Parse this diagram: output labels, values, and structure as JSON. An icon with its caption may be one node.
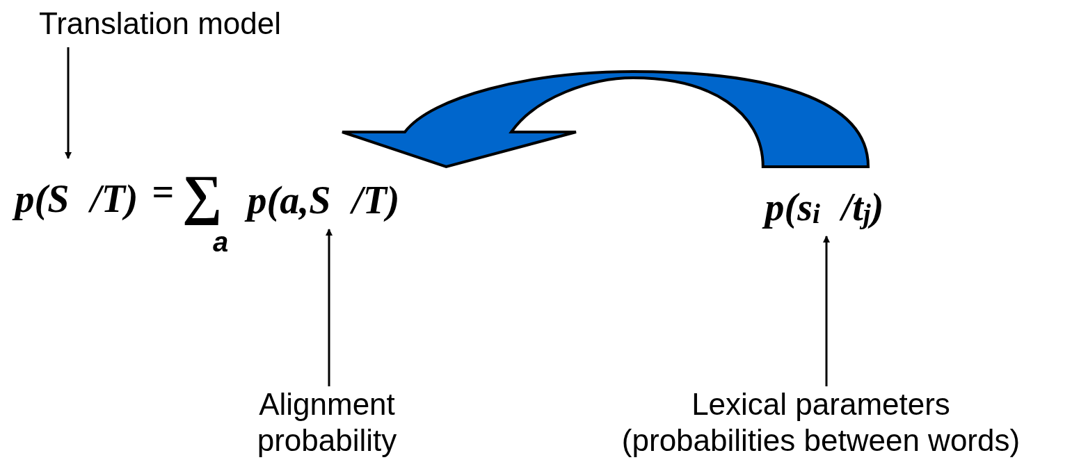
{
  "diagram": {
    "nodes": [
      {
        "text": [
          "Translation model"
        ]
      },
      {
        "text": [
          "p(S /T)"
        ]
      },
      {
        "text": [
          "p(a,S /T)"
        ]
      },
      {
        "text": [
          "p(s$_{i}$ /t$_{j}$)"
        ]
      },
      {
        "text": [
          "Alignment probability"
        ]
      },
      {
        "text": [
          "Lexical parameters (probabilities between words)"
        ]
      }
    ],
    "edges": [
      {
        "from": 0,
        "to": 1,
        "arrow": "to"
      },
      {
        "from": 4,
        "to": 2,
        "arrow": "to"
      },
      {
        "from": 5,
        "to": 3,
        "arrow": "to"
      },
      {
        "from": 3,
        "to": 2,
        "arrow": "to",
        "style": "thick",
        "color": "#0066cc"
      }
    ],
    "labels": [
      "=",
      "∑",
      "a"
    ]
  }
}
